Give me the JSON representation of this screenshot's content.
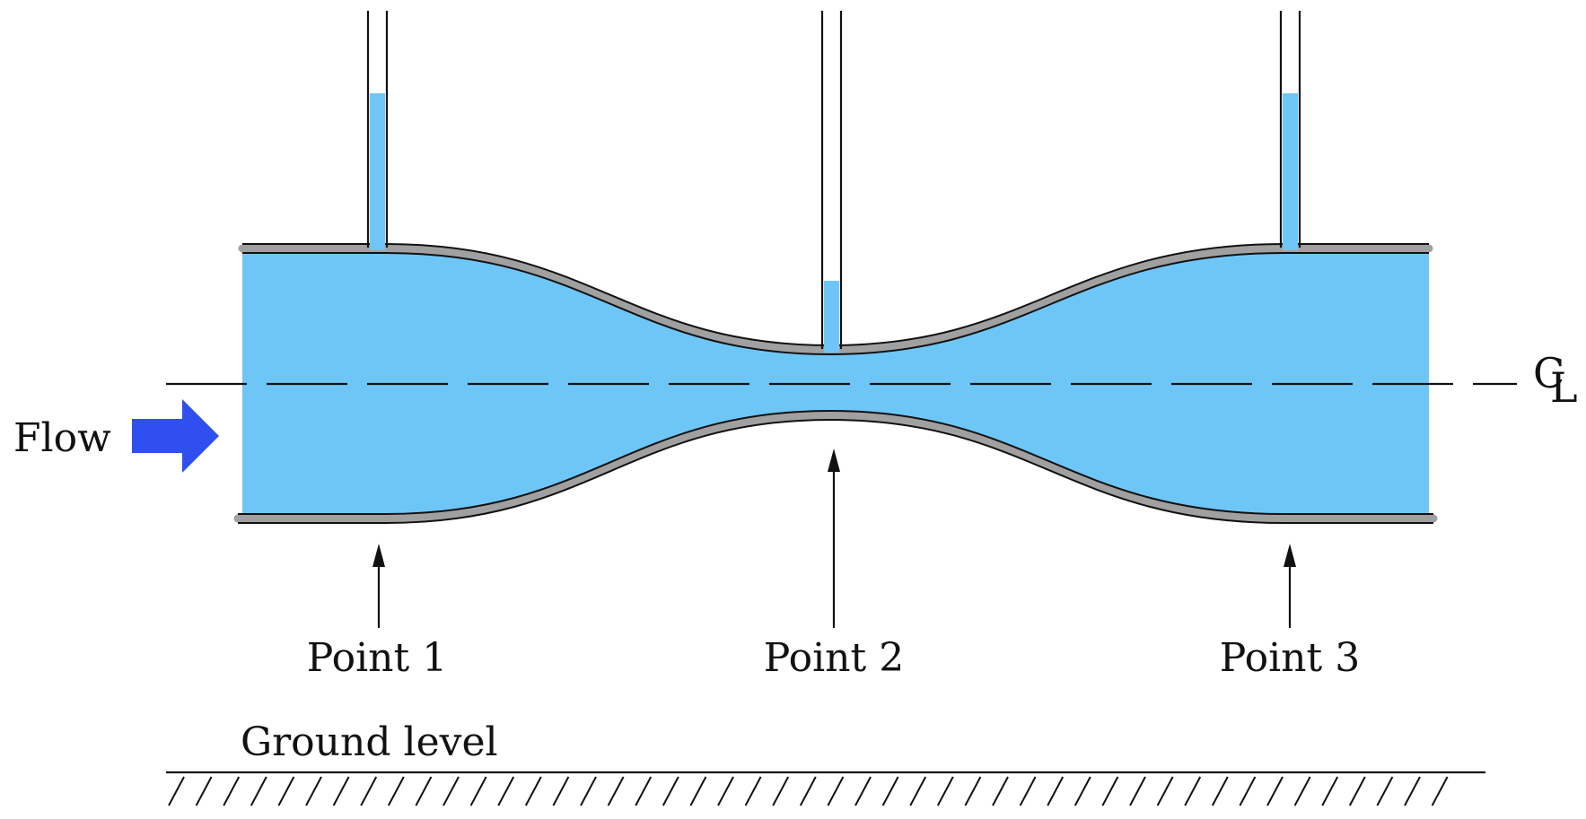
{
  "labels": {
    "flow": "Flow",
    "point_1": "Point 1",
    "point_2": "Point 2",
    "point_3": "Point 3",
    "ground": "Ground level",
    "centerline_c": "C",
    "centerline_l": "L"
  },
  "colors": {
    "fluid": "#6ec6f7",
    "pipe_wall": "#a0a0a0",
    "outline": "#111111",
    "flow_arrow": "#2f4ff0",
    "background": "#ffffff"
  },
  "piezometer_levels": {
    "point_1": "high",
    "point_2": "low",
    "point_3": "high"
  }
}
